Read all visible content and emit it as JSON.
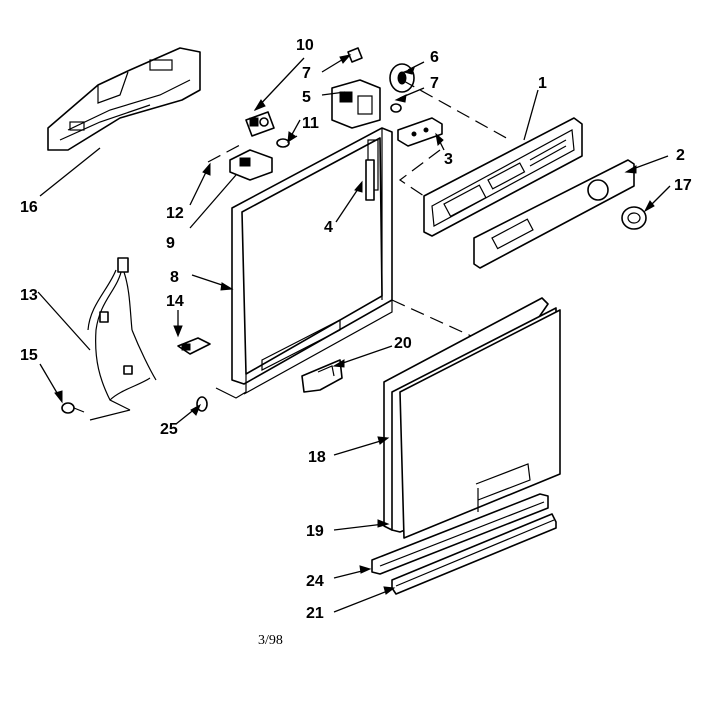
{
  "callouts": [
    {
      "id": "c1",
      "text": "1"
    },
    {
      "id": "c2",
      "text": "2"
    },
    {
      "id": "c3",
      "text": "3"
    },
    {
      "id": "c4",
      "text": "4"
    },
    {
      "id": "c5",
      "text": "5"
    },
    {
      "id": "c6",
      "text": "6"
    },
    {
      "id": "c7a",
      "text": "7"
    },
    {
      "id": "c7b",
      "text": "7"
    },
    {
      "id": "c8",
      "text": "8"
    },
    {
      "id": "c9",
      "text": "9"
    },
    {
      "id": "c10",
      "text": "10"
    },
    {
      "id": "c11",
      "text": "11"
    },
    {
      "id": "c12",
      "text": "12"
    },
    {
      "id": "c13",
      "text": "13"
    },
    {
      "id": "c14",
      "text": "14"
    },
    {
      "id": "c15",
      "text": "15"
    },
    {
      "id": "c16",
      "text": "16"
    },
    {
      "id": "c17",
      "text": "17"
    },
    {
      "id": "c18",
      "text": "18"
    },
    {
      "id": "c19",
      "text": "19"
    },
    {
      "id": "c20",
      "text": "20"
    },
    {
      "id": "c21",
      "text": "21"
    },
    {
      "id": "c24",
      "text": "24"
    },
    {
      "id": "c25",
      "text": "25"
    }
  ],
  "footnote": "3/98",
  "colors": {
    "ink": "#000000",
    "paper": "#ffffff"
  }
}
